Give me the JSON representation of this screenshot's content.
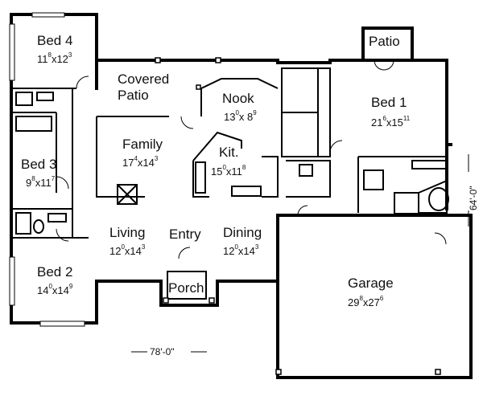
{
  "rooms": {
    "bed4": {
      "name": "Bed 4",
      "w": "11",
      "w_in": "8",
      "l": "12",
      "l_in": "3"
    },
    "bed3": {
      "name": "Bed 3",
      "w": "9",
      "w_in": "8",
      "l": "11",
      "l_in": "7"
    },
    "bed2": {
      "name": "Bed 2",
      "w": "14",
      "w_in": "0",
      "l": "14",
      "l_in": "9"
    },
    "bed1": {
      "name": "Bed 1",
      "w": "21",
      "w_in": "6",
      "l": "15",
      "l_in": "11"
    },
    "covered_patio": {
      "line1": "Covered",
      "line2": "Patio"
    },
    "patio": {
      "name": "Patio"
    },
    "nook": {
      "name": "Nook",
      "w": "13",
      "w_in": "0",
      "l": "8",
      "l_in": "9"
    },
    "family": {
      "name": "Family",
      "w": "17",
      "w_in": "4",
      "l": "14",
      "l_in": "3"
    },
    "kitchen": {
      "name": "Kit.",
      "w": "15",
      "w_in": "0",
      "l": "11",
      "l_in": "8"
    },
    "living": {
      "name": "Living",
      "w": "12",
      "w_in": "0",
      "l": "14",
      "l_in": "3"
    },
    "entry": {
      "name": "Entry"
    },
    "dining": {
      "name": "Dining",
      "w": "12",
      "w_in": "0",
      "l": "14",
      "l_in": "3"
    },
    "porch": {
      "name": "Porch"
    },
    "garage": {
      "name": "Garage",
      "w": "29",
      "w_in": "8",
      "l": "27",
      "l_in": "6"
    }
  },
  "dimensions": {
    "width": "78'-0\"",
    "depth": "64'-0\""
  }
}
